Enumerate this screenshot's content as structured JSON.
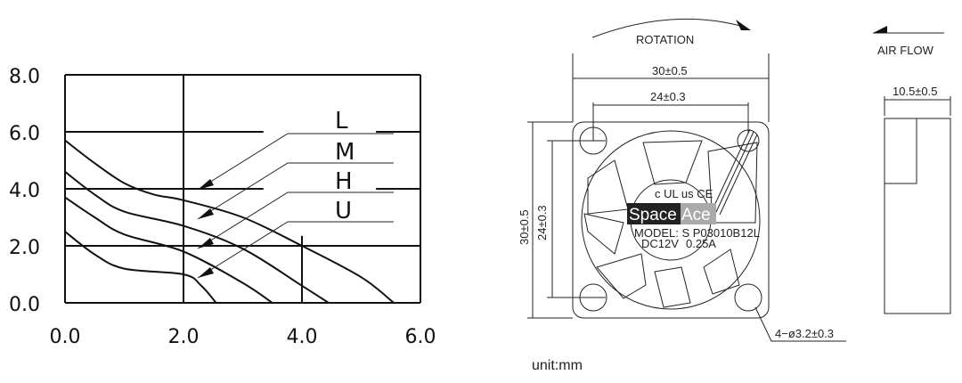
{
  "chart_data": {
    "type": "line",
    "x_ticks": [
      "0.0",
      "2.0",
      "4.0",
      "6.0"
    ],
    "y_ticks": [
      "0.0",
      "2.0",
      "4.0",
      "6.0",
      "8.0"
    ],
    "xlim": [
      0,
      6
    ],
    "ylim": [
      0,
      8
    ],
    "series": [
      {
        "name": "L",
        "points": [
          [
            0,
            5.7
          ],
          [
            0.5,
            4.9
          ],
          [
            1,
            4.2
          ],
          [
            1.5,
            3.8
          ],
          [
            2,
            3.6
          ],
          [
            3,
            3.0
          ],
          [
            4,
            2.0
          ],
          [
            5,
            0.9
          ],
          [
            5.55,
            0
          ]
        ]
      },
      {
        "name": "M",
        "points": [
          [
            0,
            4.6
          ],
          [
            0.5,
            3.8
          ],
          [
            1,
            3.2
          ],
          [
            2,
            2.7
          ],
          [
            3,
            1.9
          ],
          [
            4,
            0.6
          ],
          [
            4.45,
            0
          ]
        ]
      },
      {
        "name": "H",
        "points": [
          [
            0,
            3.7
          ],
          [
            0.5,
            3.0
          ],
          [
            1,
            2.4
          ],
          [
            2,
            1.8
          ],
          [
            3,
            0.7
          ],
          [
            3.5,
            0
          ]
        ]
      },
      {
        "name": "U",
        "points": [
          [
            0,
            2.5
          ],
          [
            0.5,
            1.7
          ],
          [
            1,
            1.2
          ],
          [
            2,
            1.0
          ],
          [
            2.3,
            0.6
          ],
          [
            2.55,
            0
          ]
        ]
      }
    ]
  },
  "drawing": {
    "rotation": "ROTATION",
    "air_flow": "AIR FLOW",
    "outer_width": "30±0.5",
    "hole_spacing_h": "24±0.3",
    "outer_height": "30±0.5",
    "hole_spacing_v": "24±0.3",
    "depth": "10.5±0.5",
    "hole_spec": "4−ø3.2±0.3",
    "unit": "unit:mm",
    "brand_left": "Space",
    "brand_right": "Ace",
    "model": "MODEL: S P03010B12L",
    "rating_v": "DC12V",
    "rating_a": "0.25A",
    "cert": "c UL us CE"
  }
}
